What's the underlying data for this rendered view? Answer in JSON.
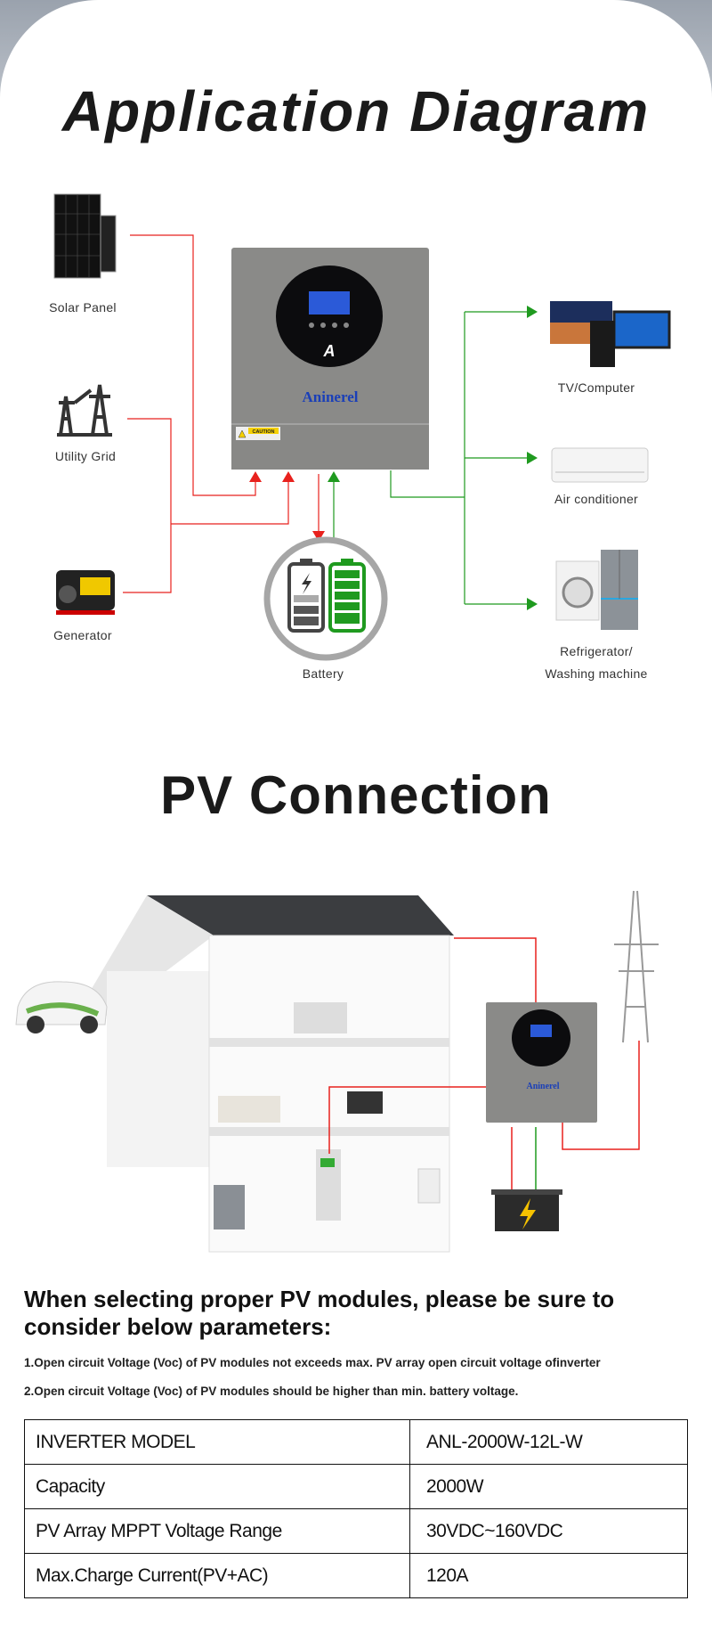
{
  "diagram": {
    "title": "Application Diagram",
    "sources": [
      "Solar Panel",
      "Utility Grid",
      "Generator"
    ],
    "battery": "Battery",
    "loads": [
      "TV/Computer",
      "Air conditioner",
      "Refrigerator/",
      "Washing machine"
    ],
    "brand": "Aninerel",
    "caution": "CAUTION",
    "colors": {
      "input_line": "#e8211d",
      "output_line": "#1f9a1f",
      "inverter": "#8a8a88"
    }
  },
  "pv": {
    "title": "PV Connection",
    "heading": "When selecting proper PV modules, please be sure to consider below parameters:",
    "notes": [
      "1.Open circuit Voltage (Voc) of PV modules not exceeds max. PV array open circuit voltage ofinverter",
      "2.Open circuit Voltage (Voc) of PV modules should be higher than min. battery voltage."
    ],
    "table": [
      [
        "INVERTER MODEL",
        "ANL-2000W-12L-W"
      ],
      [
        "Capacity",
        "2000W"
      ],
      [
        "PV Array MPPT Voltage Range",
        "30VDC~160VDC"
      ],
      [
        "Max.Charge Current(PV+AC)",
        "120A"
      ]
    ]
  }
}
